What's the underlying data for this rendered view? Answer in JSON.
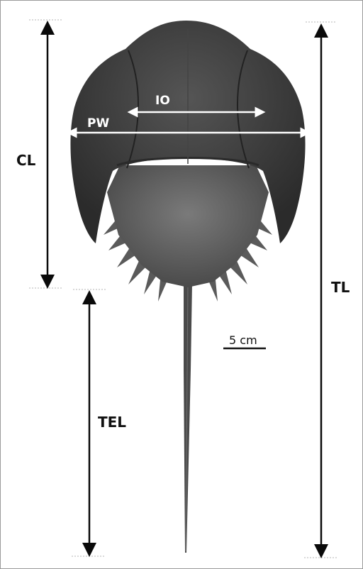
{
  "labels": {
    "io": "IO",
    "pw": "PW",
    "cl": "CL",
    "tl": "TL",
    "tel": "TEL",
    "scale": "5 cm"
  },
  "colors": {
    "shell": "#3b3b3b",
    "abdomen": "#5d5d5d",
    "telson": "#4a4a4a",
    "arrow_dark": "#0a0a0a",
    "arrow_light": "#ffffff",
    "guide_line": "#b5b5b5"
  }
}
